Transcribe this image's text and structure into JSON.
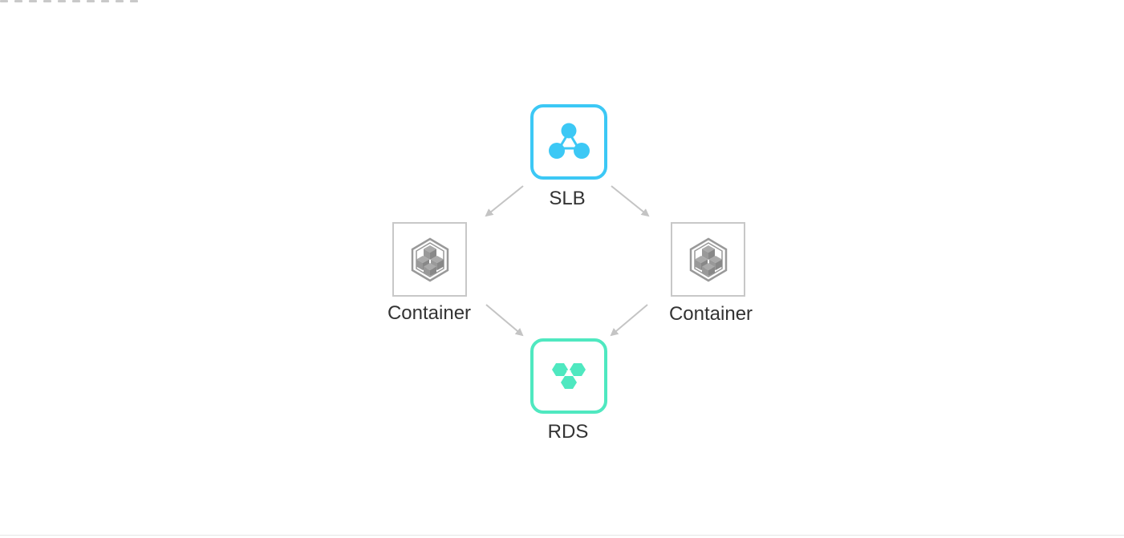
{
  "colors": {
    "slb": "#3cc8f5",
    "rds": "#4fe8c0",
    "container": "#999999",
    "container_border": "#c8c8c8",
    "arrow": "#c4c4c4",
    "label": "#333333"
  },
  "nodes": {
    "slb": {
      "label": "SLB",
      "icon": "load-balancer-icon"
    },
    "container_left": {
      "label": "Container",
      "icon": "container-icon"
    },
    "container_right": {
      "label": "Container",
      "icon": "container-icon"
    },
    "rds": {
      "label": "RDS",
      "icon": "database-icon"
    }
  },
  "edges": [
    {
      "from": "slb",
      "to": "container_left"
    },
    {
      "from": "slb",
      "to": "container_right"
    },
    {
      "from": "container_left",
      "to": "rds"
    },
    {
      "from": "container_right",
      "to": "rds"
    }
  ]
}
